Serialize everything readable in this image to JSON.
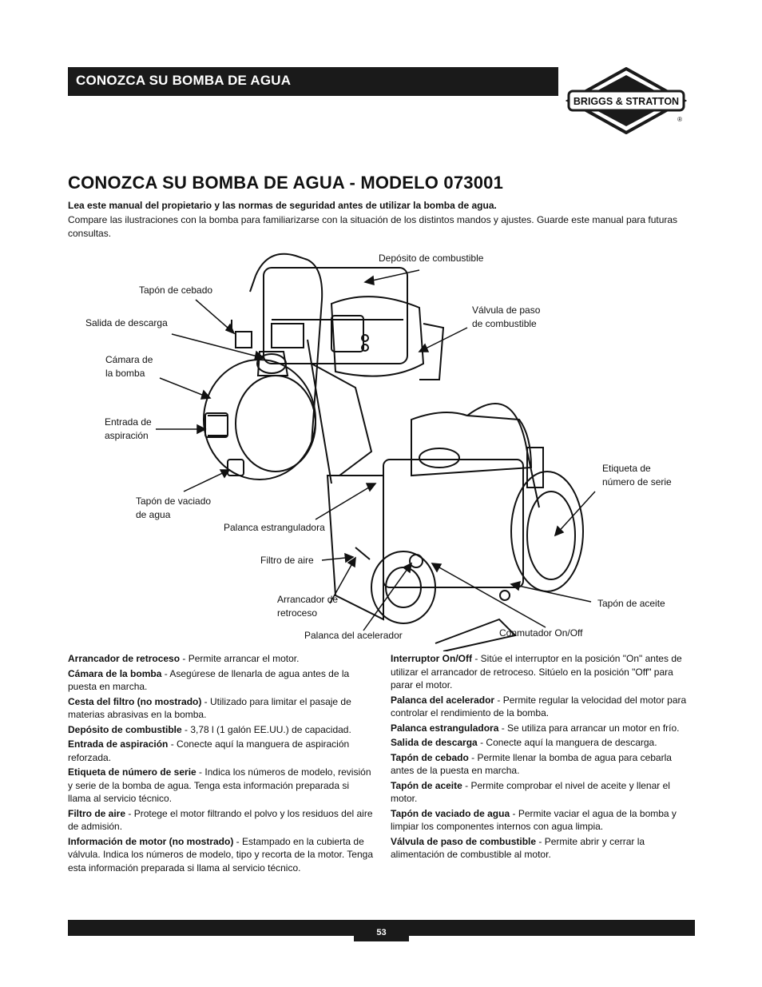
{
  "header": {
    "section_title": "CONOZCA SU BOMBA DE AGUA",
    "logo_text": "BRIGGS & STRATTON",
    "logo_mark": "®"
  },
  "title": "CONOZCA SU BOMBA DE AGUA - MODELO 073001",
  "intro": {
    "bold": "Lea este manual del propietario y las normas de seguridad antes de utilizar la bomba de agua.",
    "text": "Compare las ilustraciones con la bomba para familiarizarse con la situación de los distintos mandos y ajustes. Guarde este manual para futuras consultas."
  },
  "callouts": {
    "deposito": "Depósito de combustible",
    "tapon_cebado": "Tapón de cebado",
    "valvula_1": "Válvula de paso",
    "valvula_2": "de combustible",
    "salida": "Salida de descarga",
    "camara_1": "Cámara de",
    "camara_2": "la bomba",
    "entrada_1": "Entrada de",
    "entrada_2": "aspiración",
    "etiqueta_1": "Etiqueta de",
    "etiqueta_2": "número de serie",
    "vaciado_1": "Tapón de vaciado",
    "vaciado_2": "de agua",
    "estranguladora": "Palanca estranguladora",
    "filtro": "Filtro de aire",
    "arrancador_1": "Arrancador de",
    "arrancador_2": "retroceso",
    "aceite": "Tapón de aceite",
    "acelerador": "Palanca del acelerador",
    "conmutador": "Conmutador On/Off"
  },
  "left_items": [
    {
      "term": "Arrancador de retroceso",
      "desc": " - Permite arrancar el motor."
    },
    {
      "term": "Cámara de la bomba",
      "desc": " - Asegúrese de llenarla de agua antes de la puesta en marcha."
    },
    {
      "term": "Cesta del filtro (no mostrado)",
      "desc": " - Utilizado para limitar el pasaje de materias abrasivas en la bomba."
    },
    {
      "term": "Depósito de combustible",
      "desc": " - 3,78 l (1 galón EE.UU.) de capacidad."
    },
    {
      "term": "Entrada de aspiración",
      "desc": " - Conecte aquí la manguera de aspiración reforzada."
    },
    {
      "term": "Etiqueta de número de serie",
      "desc": " - Indica los números de modelo, revisión y serie de la bomba de agua. Tenga esta información preparada si llama al servicio técnico."
    },
    {
      "term": "Filtro de aire",
      "desc": " - Protege el motor filtrando el polvo y los residuos del aire de admisión."
    },
    {
      "term": "Información de motor (no mostrado)",
      "desc": " - Estampado en la cubierta de válvula. Indica los números de modelo, tipo y recorta de la motor. Tenga esta información preparada si llama al servicio técnico."
    }
  ],
  "right_items": [
    {
      "term": "Interruptor On/Off",
      "desc": " - Sitúe el interruptor en la posición \"On\" antes de utilizar el arrancador de retroceso. Sitúelo en la posición \"Off\" para parar el motor."
    },
    {
      "term": "Palanca del acelerador",
      "desc": " - Permite regular la velocidad del motor para controlar el rendimiento de la bomba."
    },
    {
      "term": "Palanca estranguladora",
      "desc": " - Se utiliza para arrancar un motor en frío."
    },
    {
      "term": "Salida de descarga",
      "desc": " - Conecte aquí la manguera de descarga."
    },
    {
      "term": "Tapón de cebado",
      "desc": " - Permite llenar la bomba de agua para cebarla antes de la puesta en marcha."
    },
    {
      "term": "Tapón de aceite",
      "desc": " - Permite comprobar el nivel de aceite y llenar el motor."
    },
    {
      "term": "Tapón de vaciado de agua",
      "desc": " - Permite vaciar el agua de la bomba y limpiar los componentes internos con agua limpia."
    },
    {
      "term": "Válvula de paso de combustible",
      "desc": " - Permite abrir y cerrar la alimentación de combustible al motor."
    }
  ],
  "footer": {
    "page_number": "53"
  }
}
